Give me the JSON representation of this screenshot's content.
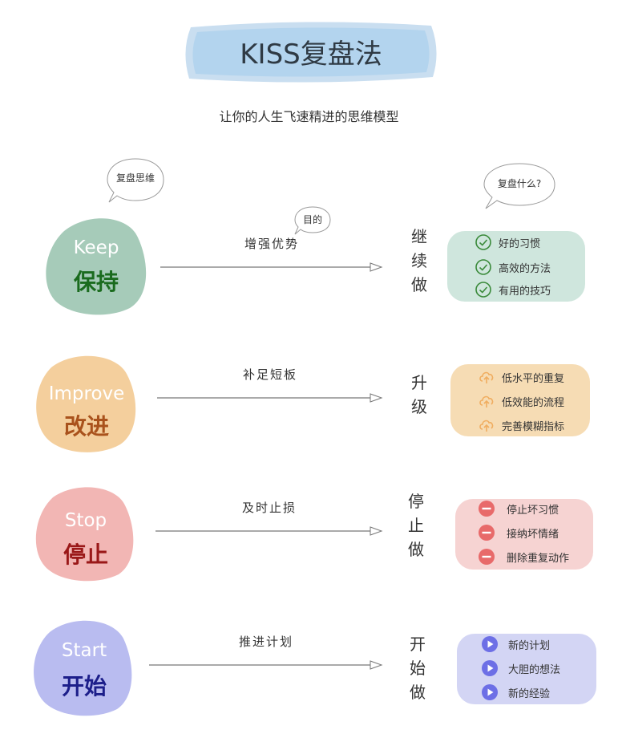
{
  "title": "KISS复盘法",
  "subtitle": "让你的人生飞速精进的思维模型",
  "bubbles": {
    "left": "复盘思维",
    "middle": "目的",
    "right": "复盘什么?"
  },
  "rows": [
    {
      "en": "Keep",
      "cn": "保持",
      "action": "增强优势",
      "verb": [
        "继",
        "续",
        "做"
      ],
      "items": [
        "好的习惯",
        "高效的方法",
        "有用的技巧"
      ],
      "blob_color": "#a6cbb9",
      "cn_color": "#1a6b1e",
      "card_color": "#cfe6dd",
      "icon": "check-circle-icon",
      "icon_color": "#3a8a3a"
    },
    {
      "en": "Improve",
      "cn": "改进",
      "action": "补足短板",
      "verb": [
        "升",
        "级"
      ],
      "items": [
        "低水平的重复",
        "低效能的流程",
        "完善模糊指标"
      ],
      "blob_color": "#f4cf9d",
      "cn_color": "#a9521c",
      "card_color": "#f6dcb4",
      "icon": "cloud-upload-icon",
      "icon_color": "#f0ad60"
    },
    {
      "en": "Stop",
      "cn": "停止",
      "action": "及时止损",
      "verb": [
        "停",
        "止",
        "做"
      ],
      "items": [
        "停止坏习惯",
        "接纳坏情绪",
        "删除重复动作"
      ],
      "blob_color": "#f2b6b4",
      "cn_color": "#9a1818",
      "card_color": "#f6d3d2",
      "icon": "minus-circle-icon",
      "icon_color": "#e86a6a"
    },
    {
      "en": "Start",
      "cn": "开始",
      "action": "推进计划",
      "verb": [
        "开",
        "始",
        "做"
      ],
      "items": [
        "新的计划",
        "大胆的想法",
        "新的经验"
      ],
      "blob_color": "#b9bcf0",
      "cn_color": "#1c1e8a",
      "card_color": "#d3d5f4",
      "icon": "play-circle-icon",
      "icon_color": "#6d6fe6"
    }
  ]
}
